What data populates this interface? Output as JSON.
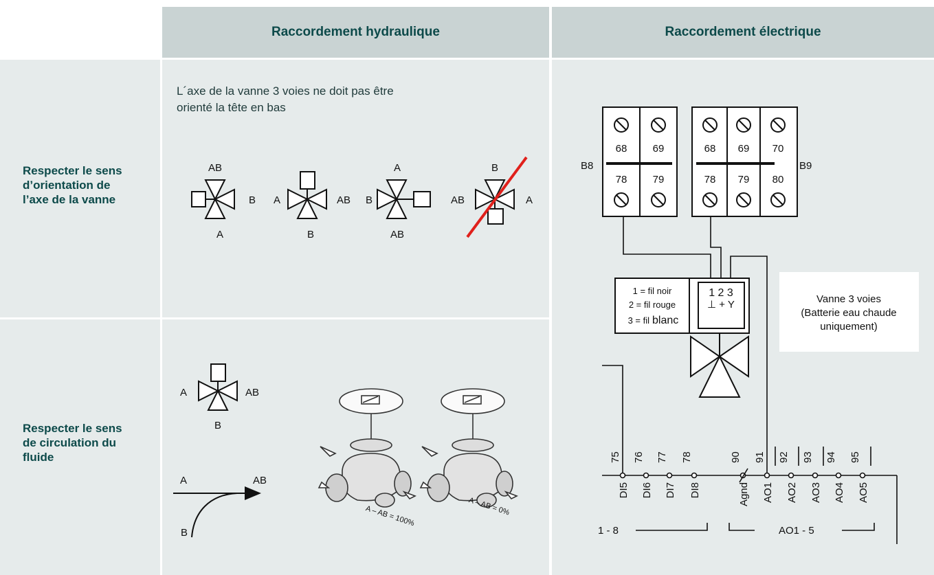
{
  "header": {
    "hydraulic": "Raccordement hydraulique",
    "electric": "Raccordement électrique"
  },
  "rows": {
    "orientation_label": [
      "Respecter le sens",
      "d’orientation de",
      "l’axe de la vanne"
    ],
    "circulation_label": [
      "Respecter le sens",
      "de circulation du",
      "fluide"
    ]
  },
  "orientation_note": [
    "L´axe de la vanne 3 voies ne doit pas être",
    "orienté la tête en bas"
  ],
  "valve_symbols": [
    {
      "top": "AB",
      "right": "B",
      "bottom": "A"
    },
    {
      "left": "A",
      "right": "AB",
      "bottom": "B"
    },
    {
      "top": "A",
      "left": "B",
      "bottom": "AB"
    },
    {
      "top": "B",
      "left": "AB",
      "right": "A",
      "crossed": true
    }
  ],
  "circulation": {
    "symbol": {
      "left": "A",
      "right": "AB",
      "bottom": "B"
    },
    "flow": {
      "a": "A",
      "ab": "AB",
      "b": "B"
    },
    "valve_open": "A – AB = 100%",
    "valve_closed": "A – AB = 0%"
  },
  "electrical": {
    "b8": {
      "name": "B8",
      "top": [
        "68",
        "69"
      ],
      "bottom": [
        "78",
        "79"
      ]
    },
    "b9": {
      "name": "B9",
      "top": [
        "68",
        "69",
        "70"
      ],
      "bottom": [
        "78",
        "79",
        "80"
      ]
    },
    "wires": [
      "1 = fil noir",
      "2 = fil rouge",
      "3 = fil",
      "blanc"
    ],
    "valve_terminals": "1 2 3",
    "valve_marks": "⊥ + Y",
    "valve_title": [
      "Vanne 3 voies",
      "(Batterie eau chaude",
      "uniquement)"
    ],
    "terminal_numbers": [
      "75",
      "76",
      "77",
      "78",
      "90",
      "91",
      "92",
      "93",
      "94",
      "95"
    ],
    "terminal_names": [
      "DI5",
      "DI6",
      "DI7",
      "DI8",
      "Agnd",
      "AO1",
      "AO2",
      "AO3",
      "AO4",
      "AO5"
    ],
    "group_di": "1 - 8",
    "group_ao": "AO1 - 5"
  },
  "colors": {
    "header_bg": "#c9d3d3",
    "cell_bg": "#e6ebeb",
    "accent_text": "#0d4a4a",
    "cross_line": "#e0201b"
  }
}
